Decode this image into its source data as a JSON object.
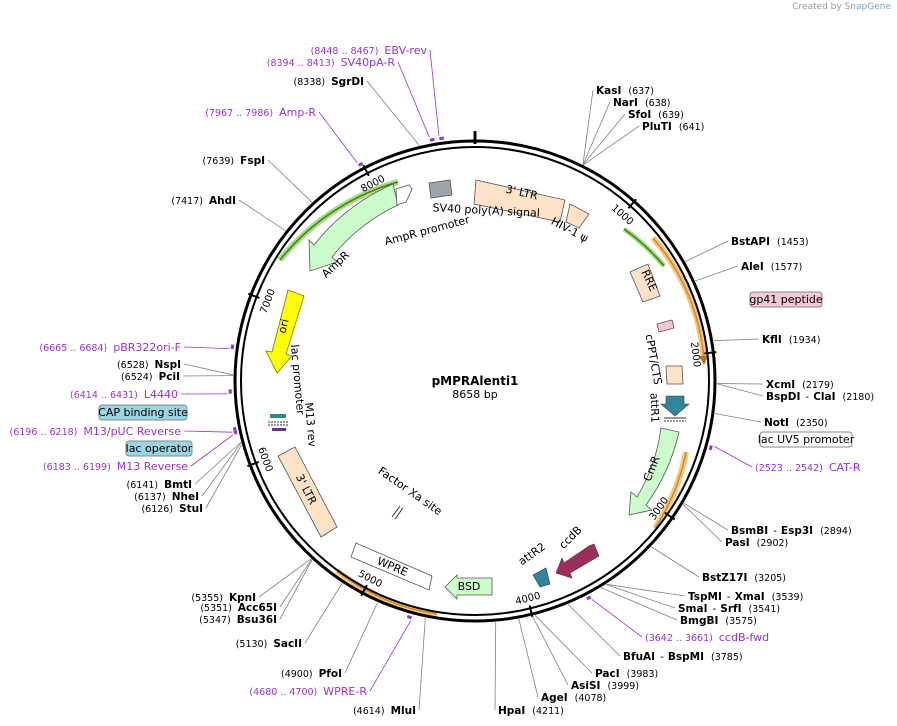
{
  "header": {
    "credit_prefix": "Created by",
    "credit_brand": "SnapGene"
  },
  "plasmid": {
    "name": "pMPRAlenti1",
    "length_label": "8658 bp",
    "length": 8658
  },
  "colors": {
    "backbone": "#000000",
    "enzyme_line": "#808080",
    "primer": "#9933cc",
    "feature_orange": "#ffe3c9",
    "feature_green": "#ccfccc",
    "feature_teal": "#33839a",
    "feature_maroon": "#9a2f5e",
    "feature_gray": "#a0a4a8",
    "feature_white": "#ffffff",
    "yellow": "#ffff00",
    "orf_orange": "#f0a020",
    "orf_green": "#44a000",
    "box_pink": "#f4c8d8",
    "box_blue": "#9cd4e4"
  },
  "ticks": [
    {
      "bp": 1000,
      "label": "1000"
    },
    {
      "bp": 2000,
      "label": "2000"
    },
    {
      "bp": 3000,
      "label": "3000"
    },
    {
      "bp": 4000,
      "label": "4000"
    },
    {
      "bp": 5000,
      "label": "5000"
    },
    {
      "bp": 6000,
      "label": "6000"
    },
    {
      "bp": 7000,
      "label": "7000"
    },
    {
      "bp": 8000,
      "label": "8000"
    }
  ],
  "enzymes": [
    {
      "name": "KasI",
      "pos": "(637)",
      "bp": 637
    },
    {
      "name": "NarI",
      "pos": "(638)",
      "bp": 638
    },
    {
      "name": "SfoI",
      "pos": "(639)",
      "bp": 639
    },
    {
      "name": "PluTI",
      "pos": "(641)",
      "bp": 641
    },
    {
      "name": "BstAPI",
      "pos": "(1453)",
      "bp": 1453
    },
    {
      "name": "AleI",
      "pos": "(1577)",
      "bp": 1577
    },
    {
      "name": "KflI",
      "pos": "(1934)",
      "bp": 1934
    },
    {
      "name": "XcmI",
      "pos": "(2179)",
      "bp": 2179
    },
    {
      "name": "BspDI",
      "pos": "(2180)",
      "bp": 2180,
      "alt": "ClaI"
    },
    {
      "name": "NotI",
      "pos": "(2350)",
      "bp": 2350
    },
    {
      "name": "BsmBI",
      "pos": "(2894)",
      "bp": 2894,
      "alt": "Esp3I"
    },
    {
      "name": "PasI",
      "pos": "(2902)",
      "bp": 2902
    },
    {
      "name": "BstZ17I",
      "pos": "(3205)",
      "bp": 3205
    },
    {
      "name": "TspMI",
      "pos": "(3539)",
      "bp": 3539,
      "alt": "XmaI"
    },
    {
      "name": "SmaI",
      "pos": "(3541)",
      "bp": 3541,
      "alt": "SrfI"
    },
    {
      "name": "BmgBI",
      "pos": "(3575)",
      "bp": 3575
    },
    {
      "name": "BfuAI",
      "pos": "(3785)",
      "bp": 3785,
      "alt": "BspMI"
    },
    {
      "name": "PacI",
      "pos": "(3983)",
      "bp": 3983
    },
    {
      "name": "AsiSI",
      "pos": "(3999)",
      "bp": 3999
    },
    {
      "name": "AgeI",
      "pos": "(4078)",
      "bp": 4078
    },
    {
      "name": "HpaI",
      "pos": "(4211)",
      "bp": 4211
    },
    {
      "name": "MluI",
      "pos": "(4614)",
      "bp": 4614
    },
    {
      "name": "PfoI",
      "pos": "(4900)",
      "bp": 4900
    },
    {
      "name": "SacII",
      "pos": "(5130)",
      "bp": 5130
    },
    {
      "name": "Bsu36I",
      "pos": "(5347)",
      "bp": 5347
    },
    {
      "name": "Acc65I",
      "pos": "(5351)",
      "bp": 5351
    },
    {
      "name": "KpnI",
      "pos": "(5355)",
      "bp": 5355
    },
    {
      "name": "StuI",
      "pos": "(6126)",
      "bp": 6126
    },
    {
      "name": "NheI",
      "pos": "(6137)",
      "bp": 6137
    },
    {
      "name": "BmtI",
      "pos": "(6141)",
      "bp": 6141
    },
    {
      "name": "PciI",
      "pos": "(6524)",
      "bp": 6524
    },
    {
      "name": "NspI",
      "pos": "(6528)",
      "bp": 6528
    },
    {
      "name": "AhdI",
      "pos": "(7417)",
      "bp": 7417
    },
    {
      "name": "FspI",
      "pos": "(7639)",
      "bp": 7639
    },
    {
      "name": "SgrDI",
      "pos": "(8338)",
      "bp": 8338
    }
  ],
  "primers": [
    {
      "name": "EBV-rev",
      "pos": "(8448 .. 8467)",
      "bp": 8457
    },
    {
      "name": "SV40pA-R",
      "pos": "(8394 .. 8413)",
      "bp": 8403
    },
    {
      "name": "Amp-R",
      "pos": "(7967 .. 7986)",
      "bp": 7976
    },
    {
      "name": "CAT-R",
      "pos": "(2523 .. 2542)",
      "bp": 2532
    },
    {
      "name": "ccdB-fwd",
      "pos": "(3642 .. 3661)",
      "bp": 3651
    },
    {
      "name": "WPRE-R",
      "pos": "(4680 .. 4700)",
      "bp": 4690
    },
    {
      "name": "pBR322ori-F",
      "pos": "(6665 .. 6684)",
      "bp": 6674
    },
    {
      "name": "L4440",
      "pos": "(6414 .. 6431)",
      "bp": 6422
    },
    {
      "name": "M13/pUC Reverse",
      "pos": "(6196 .. 6218)",
      "bp": 6207
    },
    {
      "name": "M13 Reverse",
      "pos": "(6183 .. 6199)",
      "bp": 6191
    }
  ],
  "boxed_features": [
    {
      "name": "gp41 peptide",
      "style": "pink"
    },
    {
      "name": "lac UV5 promoter",
      "style": "white"
    },
    {
      "name": "CAP binding site",
      "style": "blue"
    },
    {
      "name": "lac operator",
      "style": "blue"
    }
  ],
  "features": [
    {
      "name": "3' LTR"
    },
    {
      "name": "HIV-1 ψ"
    },
    {
      "name": "RRE"
    },
    {
      "name": "cPPT/CTS"
    },
    {
      "name": "attR1"
    },
    {
      "name": "CmR"
    },
    {
      "name": "ccdB"
    },
    {
      "name": "attR2"
    },
    {
      "name": "BSD"
    },
    {
      "name": "WPRE"
    },
    {
      "name": "3' LTR"
    },
    {
      "name": "lac promoter"
    },
    {
      "name": "M13 rev"
    },
    {
      "name": "ori"
    },
    {
      "name": "AmpR"
    },
    {
      "name": "AmpR promoter"
    },
    {
      "name": "SV40 poly(A) signal"
    },
    {
      "name": "Factor Xa site"
    }
  ]
}
